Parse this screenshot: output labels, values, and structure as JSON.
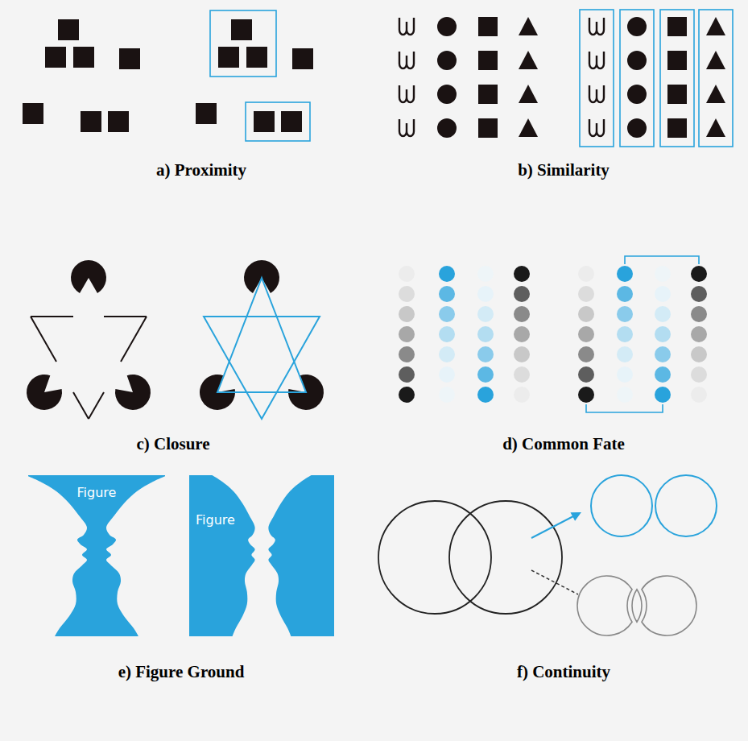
{
  "diagram": {
    "nodes": [
      {
        "text": [
          "Figure"
        ]
      },
      {
        "text": [
          "Figure"
        ]
      }
    ],
    "labels": [
      "a) Proximity",
      "b) Similarity",
      "c) Closure",
      "d) Common Fate",
      "e) Figure Ground",
      "f) Continuity"
    ]
  }
}
